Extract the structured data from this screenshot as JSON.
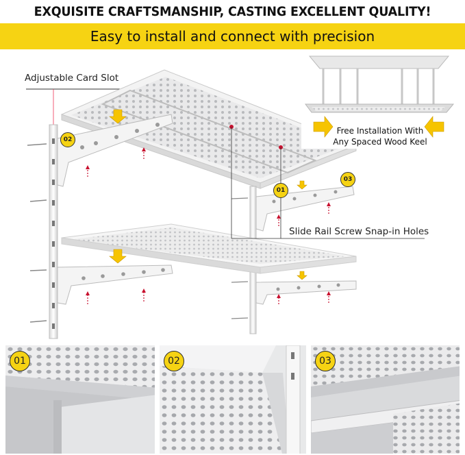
{
  "headline": "EXQUISITE CRAFTSMANSHIP, CASTING EXCELLENT QUALITY!",
  "banner": "Easy to install and connect with precision",
  "callouts": {
    "card_slot": "Adjustable Card Slot",
    "screw_holes": "Slide Rail Screw Snap-in Holes",
    "install_line1": "Free Installation With",
    "install_line2": "Any Spaced Wood Keel"
  },
  "markers": [
    "01",
    "02",
    "03"
  ],
  "photos": [
    {
      "number": "01"
    },
    {
      "number": "02"
    },
    {
      "number": "03"
    }
  ],
  "colors": {
    "accent_yellow": "#f6d313",
    "guide_arrow_red": "#c8102e",
    "steel_white": "#f2f2f2"
  }
}
